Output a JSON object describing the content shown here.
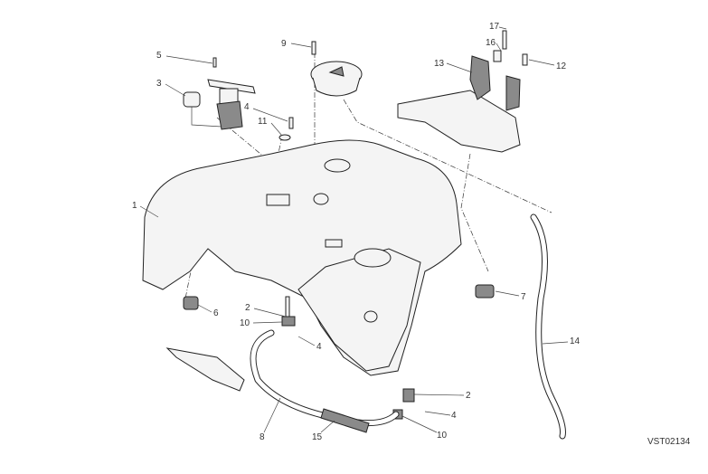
{
  "diagram": {
    "drawing_code": "VST02134",
    "callouts": [
      {
        "id": "c17",
        "num": "17"
      },
      {
        "id": "c16",
        "num": "16"
      },
      {
        "id": "c13",
        "num": "13"
      },
      {
        "id": "c12",
        "num": "12"
      },
      {
        "id": "c9",
        "num": "9"
      },
      {
        "id": "c5",
        "num": "5"
      },
      {
        "id": "c3",
        "num": "3"
      },
      {
        "id": "c4a",
        "num": "4"
      },
      {
        "id": "c11",
        "num": "11"
      },
      {
        "id": "c1",
        "num": "1"
      },
      {
        "id": "c6",
        "num": "6"
      },
      {
        "id": "c7",
        "num": "7"
      },
      {
        "id": "c2a",
        "num": "2"
      },
      {
        "id": "c10a",
        "num": "10"
      },
      {
        "id": "c4b",
        "num": "4"
      },
      {
        "id": "c14",
        "num": "14"
      },
      {
        "id": "c2b",
        "num": "2"
      },
      {
        "id": "c4c",
        "num": "4"
      },
      {
        "id": "c10b",
        "num": "10"
      },
      {
        "id": "c8",
        "num": "8"
      },
      {
        "id": "c15",
        "num": "15"
      }
    ]
  }
}
